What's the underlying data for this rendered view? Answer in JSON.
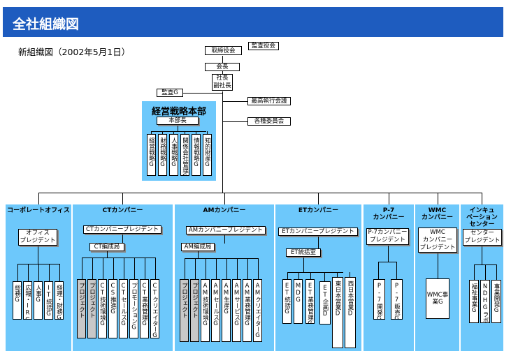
{
  "header": {
    "title": "全社組織図",
    "subtitle": "新組織図（2002年5月1日）"
  },
  "top": {
    "torishimari": "取締役会",
    "kansayaku": "監査役会",
    "kaicho": "会長",
    "shacho": "社長\n副社長",
    "kansa": "監査G",
    "saiko": "最高執行会議",
    "kakushu": "各種委員会"
  },
  "hq": {
    "title": "経営戦略本部",
    "head": "本部長",
    "groups": [
      "経営戦略G",
      "財務戦略G",
      "人事戦略G",
      "関係会社管理G",
      "情報戦略G",
      "知的財産G"
    ]
  },
  "divisions": [
    {
      "name": "コーポレートオフィス",
      "pres": "オフィス\nプレジデント",
      "groups": [
        "総務G",
        "広報・IRG",
        "人事G",
        "IT統括G",
        "経理・財務G"
      ]
    },
    {
      "name": "CTカンパニー",
      "pres": "CTカンパニープレジデント",
      "sub": "CT編成局",
      "groups": [
        "プロジェクト",
        "プロジェクト",
        "CT技術環境G",
        "CS推進G",
        "CTセールスG",
        "プロモーションG",
        "CT業務管理G",
        "CTクリエイターG"
      ]
    },
    {
      "name": "AMカンパニー",
      "pres": "AMカンパニープレジデント",
      "sub": "AM編成局",
      "groups": [
        "プロジェクト",
        "プロジェクト",
        "AM技術環境G",
        "AMセールスG",
        "AM生産G",
        "AMサービスG",
        "AM業務管理G",
        "AMクリエイターG"
      ]
    },
    {
      "name": "ETカンパニー",
      "pres": "ETカンパニープレジデント",
      "sub": "ET統括室",
      "groups": [
        "ET統括G",
        "MDG",
        "ET業務管理G",
        "ET企画D",
        "東日本営業D",
        "西日本営業D"
      ]
    },
    {
      "name": "P-7\nカンパニー",
      "pres": "P-7カンパニー\nプレジデント",
      "groups": [
        "P-7開発G",
        "P-7販売G"
      ]
    },
    {
      "name": "WMC\nカンパニー",
      "pres": "WMC\nカンパニー\nプレジデント",
      "groups": [
        "WMC事業G"
      ]
    },
    {
      "name": "インキュ\nベーション\nセンター",
      "pres": "センター\nプレジデント",
      "groups": [
        "福祉事業G",
        "NDHGラボG",
        "事業開発G"
      ]
    }
  ]
}
